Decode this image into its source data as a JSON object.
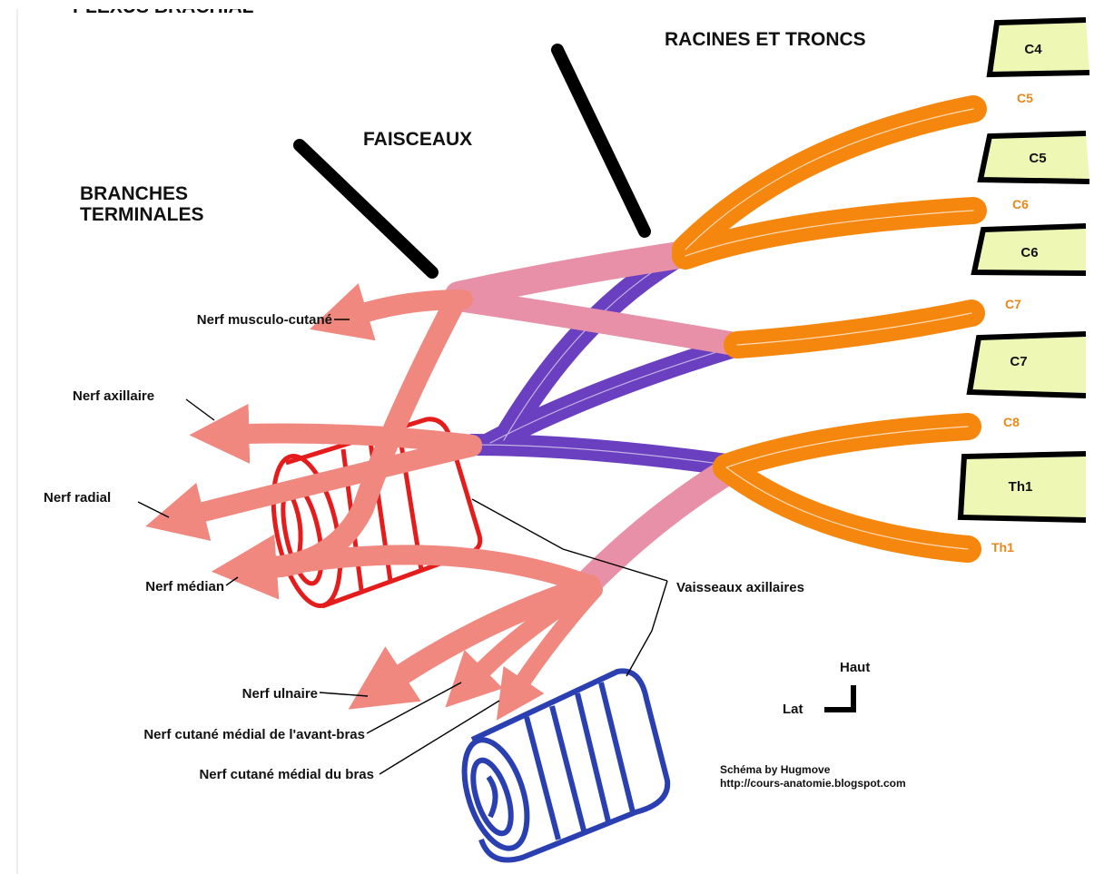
{
  "title_partial": "PLEXUS BRACHIAL",
  "headings": {
    "roots_trunks": "RACINES ET TRONCS",
    "cords": "FAISCEAUX",
    "terminal_line1": "BRANCHES",
    "terminal_line2": "TERMINALES"
  },
  "vertebrae": [
    {
      "label": "C4"
    },
    {
      "label": "C5"
    },
    {
      "label": "C6"
    },
    {
      "label": "C7"
    },
    {
      "label": "Th1"
    }
  ],
  "roots": [
    {
      "label": "C5"
    },
    {
      "label": "C6"
    },
    {
      "label": "C7"
    },
    {
      "label": "C8"
    },
    {
      "label": "Th1"
    }
  ],
  "nerves": {
    "musculocutaneous": "Nerf musculo-cutané",
    "axillary": "Nerf axillaire",
    "radial": "Nerf radial",
    "median": "Nerf médian",
    "ulnar": "Nerf ulnaire",
    "medial_cutaneous_forearm": "Nerf cutané médial de l'avant-bras",
    "medial_cutaneous_arm": "Nerf cutané médial du bras"
  },
  "vessels_label": "Vaisseaux axillaires",
  "orientation": {
    "up": "Haut",
    "lateral": "Lat"
  },
  "credit": {
    "line1": "Schéma by Hugmove",
    "line2": "http://cours-anatomie.blogspot.com"
  },
  "colors": {
    "roots": "#f5870f",
    "trunks": "#e890a8",
    "posterior_cord": "#6a3fc0",
    "branches": "#f08880",
    "artery": "#e51c1c",
    "vein": "#2a3fb0",
    "vertebra_fill": "#eef7b4"
  }
}
